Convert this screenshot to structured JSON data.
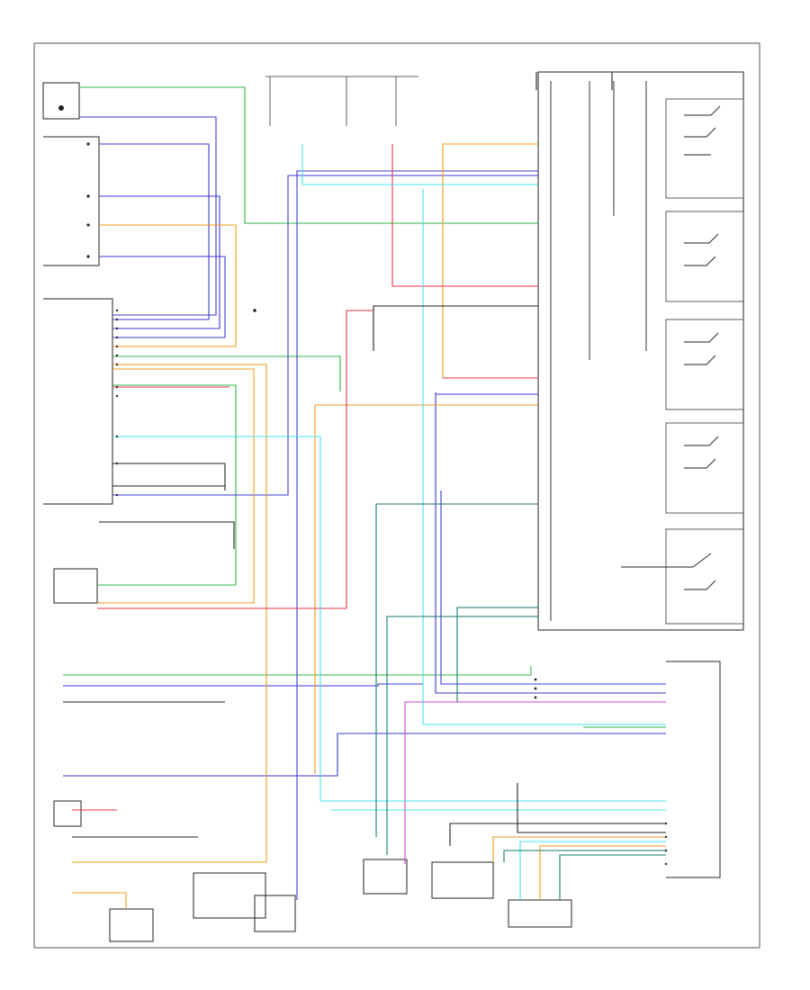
{
  "diagram": {
    "footer_id": "",
    "wire_colors": {
      "green": "#33b54a",
      "blue": "#3a3ad6",
      "orange": "#f29a1a",
      "red": "#e8324a",
      "cyan": "#45e0ef",
      "teal": "#127a6e",
      "dark": "#222222"
    },
    "components": [
      {
        "id": "top-left-sensor"
      },
      {
        "id": "fuse-block"
      },
      {
        "id": "blower-motor-control"
      },
      {
        "id": "ac-compressor-clutch-relay"
      },
      {
        "id": "blower-speed-relays"
      },
      {
        "id": "hvac-module"
      },
      {
        "id": "ac-pressure-switch"
      },
      {
        "id": "blower-motor"
      },
      {
        "id": "ac-clutch"
      },
      {
        "id": "mode-door-actuator"
      },
      {
        "id": "blend-door-actuator"
      },
      {
        "id": "recirc-door-actuator"
      },
      {
        "id": "ambient-temp-sensor"
      }
    ]
  }
}
